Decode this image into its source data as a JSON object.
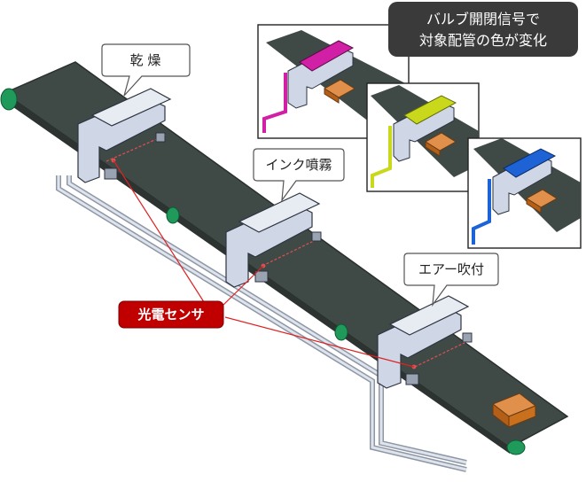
{
  "labels": {
    "dry": "乾 燥",
    "ink": "インク噴霧",
    "air": "エアー吹付",
    "sensor": "光電センサ",
    "note_line1": "バルブ開閉信号で",
    "note_line2": "対象配管の色が変化"
  },
  "colors": {
    "belt": "#3f4a47",
    "belt_edge": "#2a302e",
    "roller": "#1f9a5a",
    "frame": "#cfd6e6",
    "frame_edge": "#2d3340",
    "pipe": "#b9c1cf",
    "box": "#c8701e",
    "laser": "#e05050",
    "sensor_callout": "#c00000",
    "note_callout": "#3a3a3a",
    "pipe_magenta": "#d11fa6",
    "pipe_yellow": "#c9d81a",
    "pipe_blue": "#1e63d6"
  },
  "icons": [
    "roller-icon",
    "sensor-icon",
    "box-icon"
  ]
}
